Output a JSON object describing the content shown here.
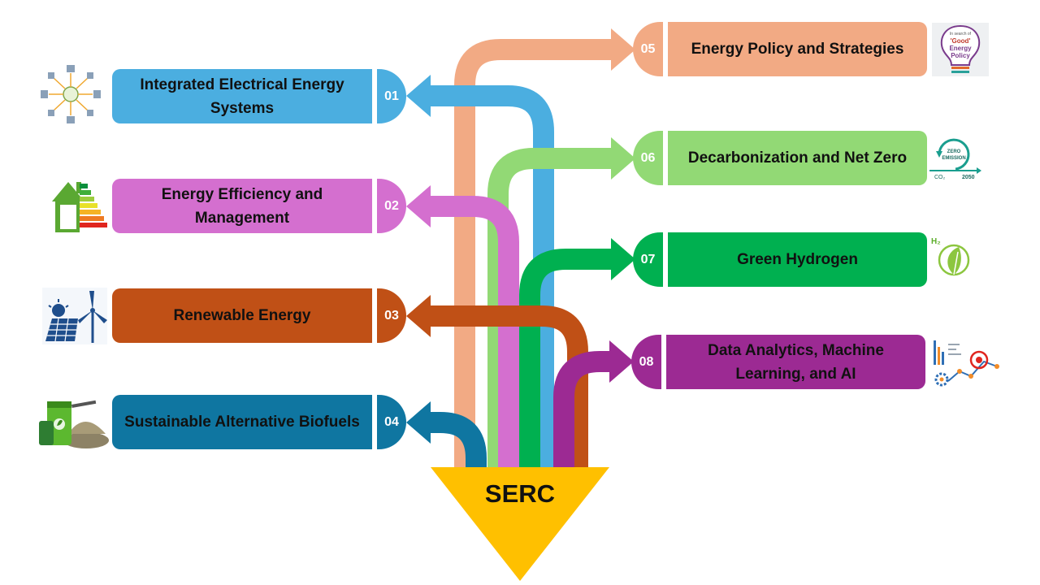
{
  "hub": {
    "label": "SERC",
    "color": "#FFC000"
  },
  "items": [
    {
      "id": "01",
      "label": "Integrated Electrical Energy Systems",
      "color": "#4BAEE0",
      "side": "left",
      "icon": "microgrid-icon"
    },
    {
      "id": "02",
      "label": "Energy Efficiency and Management",
      "color": "#D46FCF",
      "side": "left",
      "icon": "energy-rating-house-icon"
    },
    {
      "id": "03",
      "label": "Renewable Energy",
      "color": "#C05016",
      "side": "left",
      "icon": "solar-wind-icon"
    },
    {
      "id": "04",
      "label": "Sustainable Alternative Biofuels",
      "color": "#0F76A1",
      "side": "left",
      "icon": "biofuel-icon"
    },
    {
      "id": "05",
      "label": "Energy Policy and Strategies",
      "color": "#F2AA84",
      "side": "right",
      "icon": "policy-bulb-icon",
      "icon_text": "In search of 'Good' Energy Policy"
    },
    {
      "id": "06",
      "label": "Decarbonization and Net Zero",
      "color": "#92D975",
      "side": "right",
      "icon": "zero-emission-icon",
      "icon_text": "ZERO EMISSION",
      "icon_sub": "CO₂",
      "icon_year": "2050"
    },
    {
      "id": "07",
      "label": "Green Hydrogen",
      "color": "#00B050",
      "side": "right",
      "icon": "hydrogen-leaf-icon",
      "icon_text": "H₂"
    },
    {
      "id": "08",
      "label": "Data Analytics, Machine Learning, and AI",
      "color": "#9C2A93",
      "side": "right",
      "icon": "data-analytics-icon"
    }
  ]
}
